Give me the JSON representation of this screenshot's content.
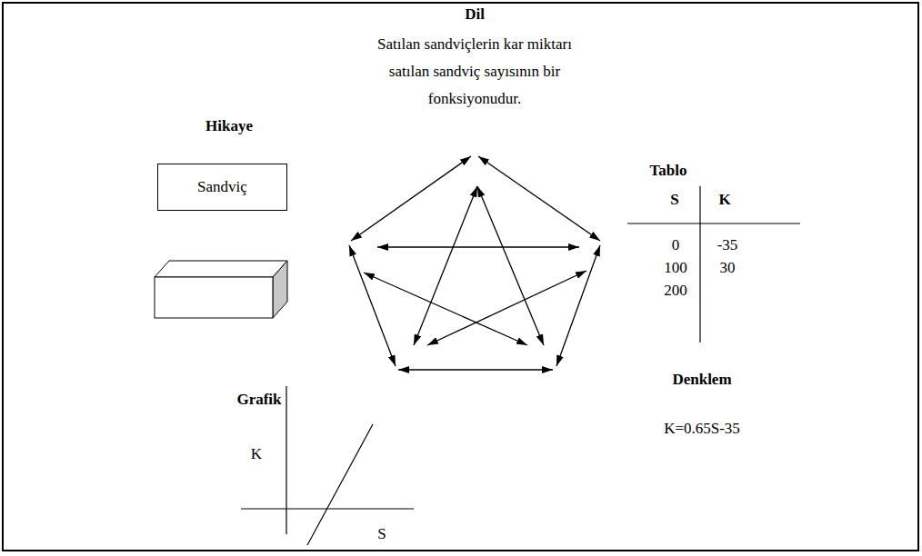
{
  "diagram": {
    "nodes": [
      {
        "text": [
          "Dil",
          "Satılan sandviçlerin kar miktarı satılan sandviç sayısının bir fonksiyonudur."
        ]
      },
      {
        "text": [
          "Hikaye"
        ]
      },
      {
        "text": [
          "Sandviç"
        ],
        "in": 1
      },
      {
        "text": [
          "Tablo"
        ]
      },
      {
        "text": [
          "Grafik"
        ]
      },
      {
        "text": [
          "Denklem",
          "K=0.65S-35"
        ]
      }
    ],
    "edges": [
      {
        "from": 0,
        "to": 3,
        "arrow": "both"
      },
      {
        "from": 3,
        "to": 5,
        "arrow": "both"
      },
      {
        "from": 5,
        "to": 4,
        "arrow": "both"
      },
      {
        "from": 4,
        "to": 1,
        "arrow": "both"
      },
      {
        "from": 1,
        "to": 0,
        "arrow": "both"
      },
      {
        "from": 0,
        "to": 4,
        "arrow": "both"
      },
      {
        "from": 0,
        "to": 5,
        "arrow": "both"
      },
      {
        "from": 1,
        "to": 3,
        "arrow": "both"
      },
      {
        "from": 1,
        "to": 5,
        "arrow": "both"
      },
      {
        "from": 3,
        "to": 4,
        "arrow": "both"
      }
    ],
    "labels": [
      "S",
      "K",
      "0",
      "-35",
      "100",
      "30",
      "200",
      "K",
      "S"
    ]
  }
}
